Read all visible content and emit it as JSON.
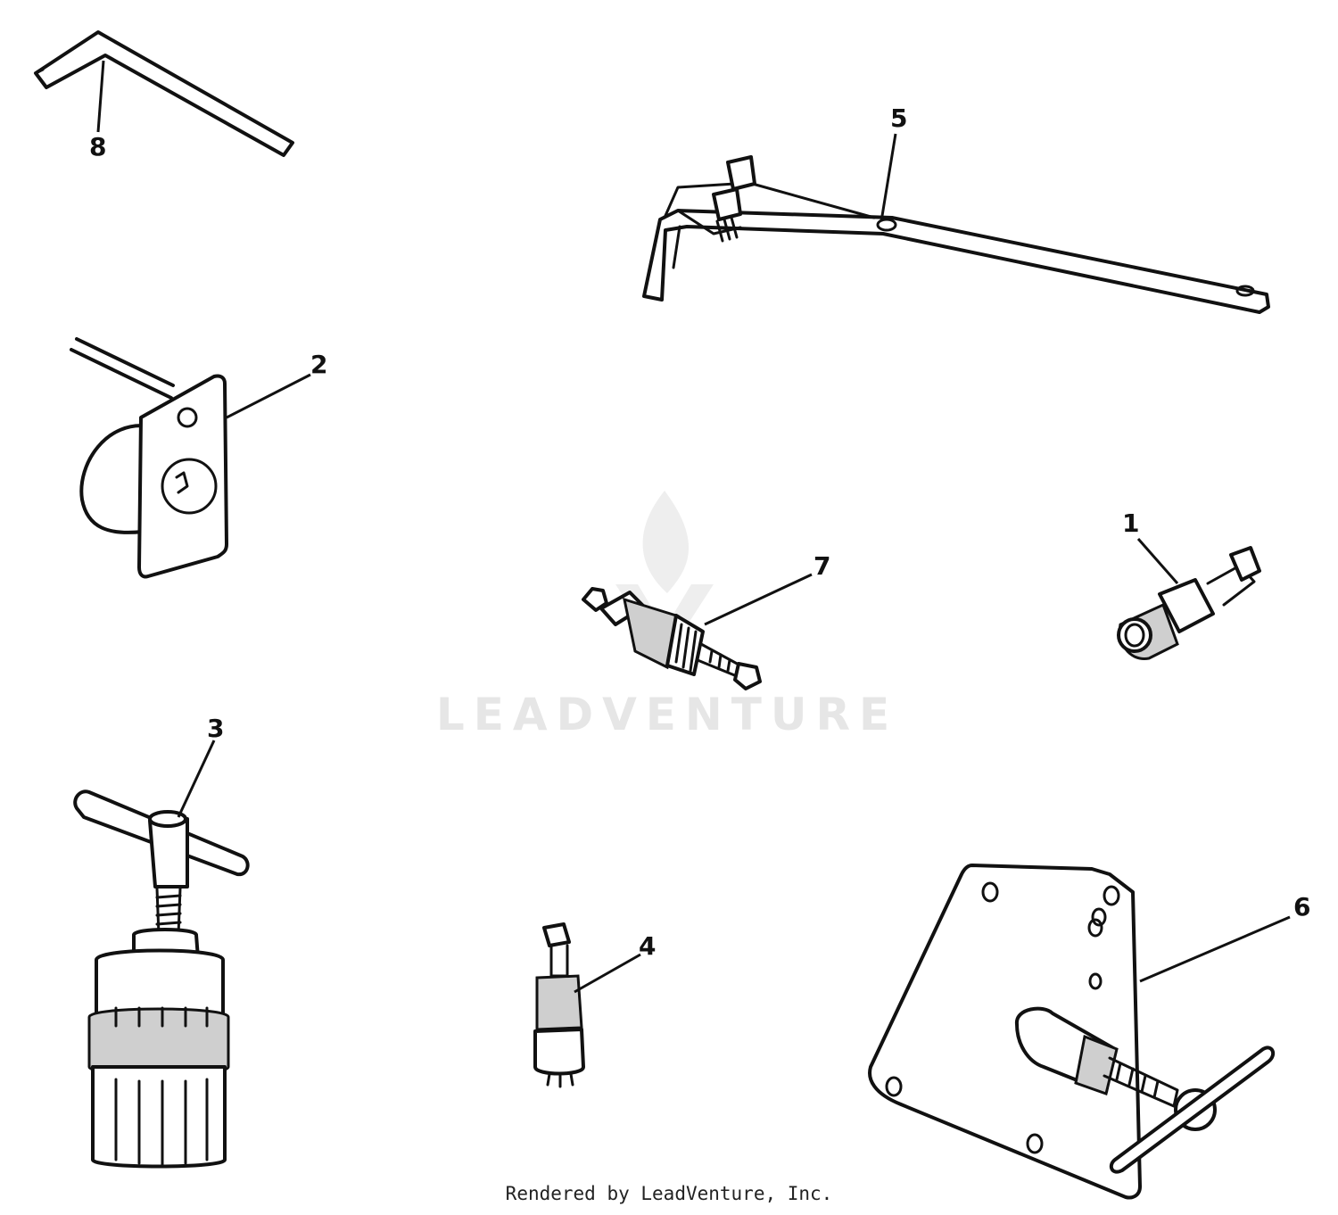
{
  "watermark": {
    "text": "LEADVENTURE"
  },
  "callouts": {
    "c1": "1",
    "c2": "2",
    "c3": "3",
    "c4": "4",
    "c5": "5",
    "c6": "6",
    "c7": "7",
    "c8": "8"
  },
  "footer": {
    "text": "Rendered by LeadVenture, Inc."
  }
}
